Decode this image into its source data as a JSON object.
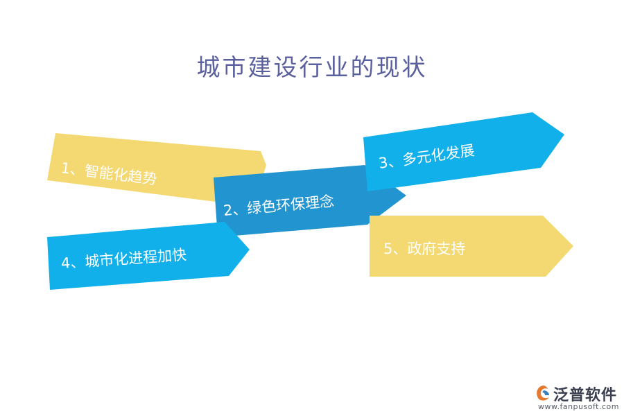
{
  "title": "城市建设行业的现状",
  "colors": {
    "yellow": "#f4d872",
    "blue": "#12b0ea",
    "darkblue": "#2294d0",
    "title": "#5a5f9e"
  },
  "items": [
    {
      "label": "1、智能化趋势"
    },
    {
      "label": "2、绿色环保理念"
    },
    {
      "label": "3、多元化发展"
    },
    {
      "label": "4、城市化进程加快"
    },
    {
      "label": "5、政府支持"
    }
  ],
  "logo": {
    "name": "泛普软件",
    "url": "www.fanpusoft.com",
    "icon": "fanpu-logo-icon"
  }
}
